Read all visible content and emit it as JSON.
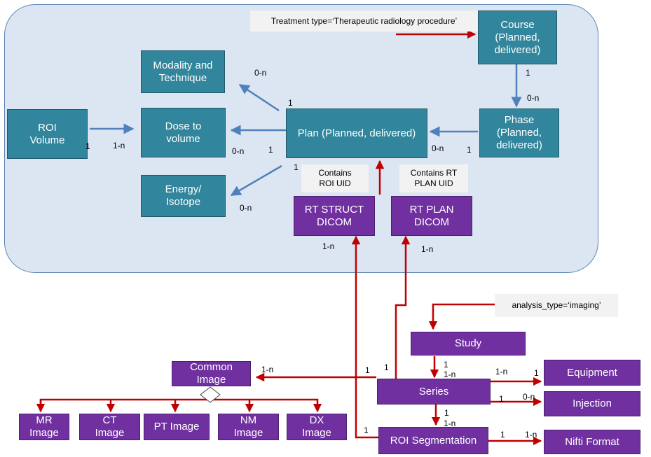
{
  "nodes": {
    "course": "Course\n(Planned,\ndelivered)",
    "modality": "Modality and\nTechnique",
    "plan": "Plan (Planned, delivered)",
    "phase": "Phase\n(Planned,\ndelivered)",
    "roi_volume": "ROI\nVolume",
    "dose": "Dose to\nvolume",
    "energy": "Energy/\nIsotope",
    "rt_struct": "RT STRUCT\nDICOM",
    "rt_plan": "RT PLAN\nDICOM",
    "study": "Study",
    "common_image": "Common\nImage",
    "series": "Series",
    "equipment": "Equipment",
    "injection": "Injection",
    "roi_seg": "ROI Segmentation",
    "nifti": "Nifti Format",
    "mr": "MR\nImage",
    "ct": "CT\nImage",
    "pt": "PT Image",
    "nm": "NM\nImage",
    "dx": "DX\nImage"
  },
  "notes": {
    "treatment_type": "Treatment type=‘Therapeutic radiology procedure’",
    "contains_roi": "Contains\nROI UID",
    "contains_rtplan": "Contains RT\nPLAN UID",
    "analysis_type": "analysis_type=‘imaging’"
  },
  "labels": {
    "course_phase_src": "1",
    "course_phase_dst": "0-n",
    "plan_modality_card": "0-n",
    "plan_top": "1",
    "roi_src": "1",
    "roi_dst": "1-n",
    "dose_card": "0-n",
    "plan_left": "1",
    "phase_plan_dst": "0-n",
    "phase_src": "1",
    "plan_energy_src": "1",
    "energy_card": "0-n",
    "rtstruct_card": "1-n",
    "rtplan_card": "1-n",
    "series_common_dst": "1-n",
    "series_common_src": "1",
    "series_rtplan_src": "1",
    "study_series_src": "1",
    "study_series_dst": "1-n",
    "series_equip_src": "1-n",
    "series_equip_dst": "1",
    "series_inj_src": "1",
    "series_inj_dst": "0-n",
    "series_roi_src": "1",
    "series_roi_dst": "1-n",
    "roiseg_rtstruct_src": "1",
    "roi_nifti_src": "1",
    "roi_nifti_dst": "1-n"
  },
  "colors": {
    "region_fill": "#dce6f2",
    "blue_node": "#31859c",
    "purple_node": "#7030a0",
    "blue_arrow": "#4f81bd",
    "red_arrow": "#c00000"
  }
}
